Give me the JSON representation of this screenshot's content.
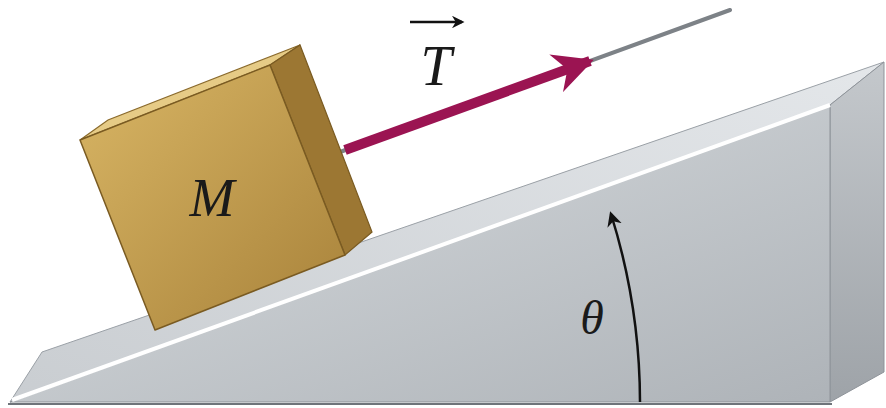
{
  "diagram": {
    "nodes": [
      {
        "text": [
          "M"
        ]
      }
    ],
    "labels": [
      "T",
      "θ"
    ]
  }
}
